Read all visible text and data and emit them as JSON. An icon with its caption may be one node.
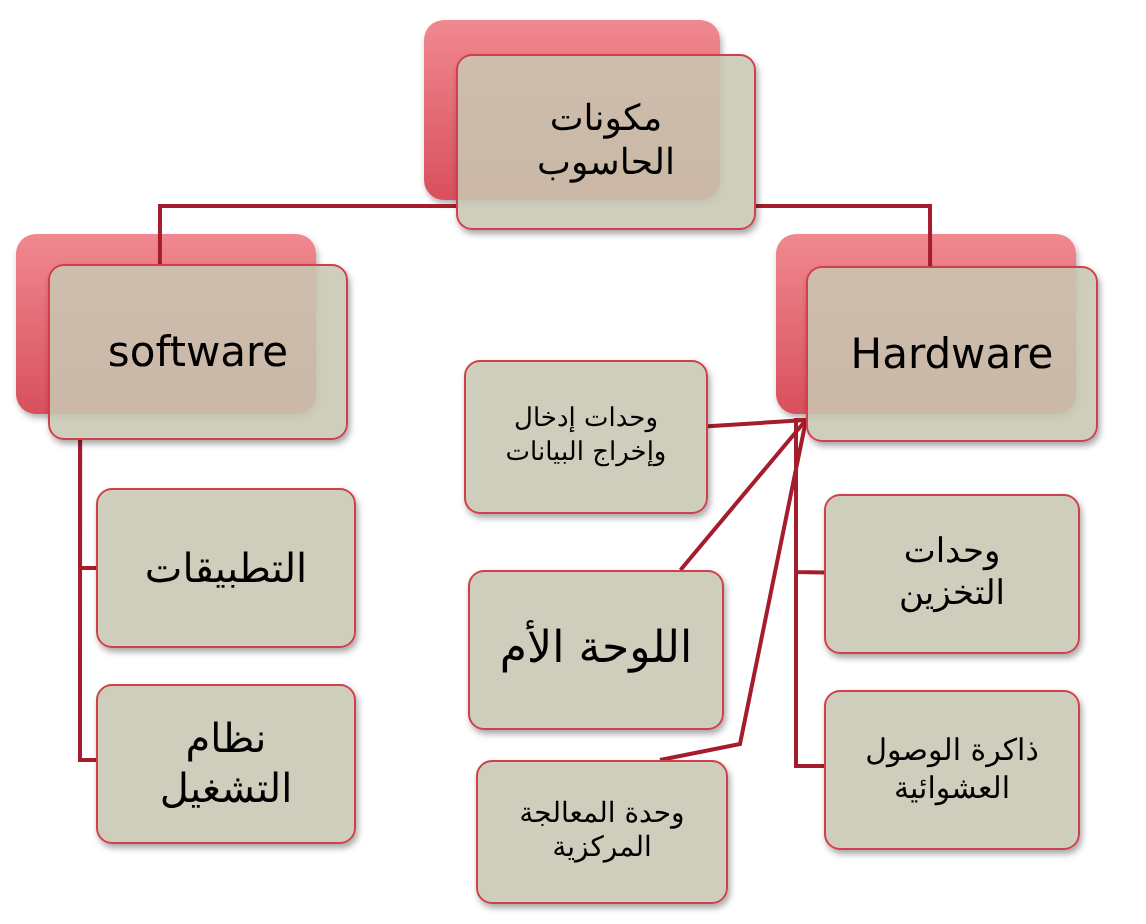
{
  "diagram": {
    "nodes": [
      {
        "text": [
          "مكونات الحاسوب"
        ]
      },
      {
        "text": [
          "software"
        ]
      },
      {
        "text": [
          "Hardware"
        ]
      },
      {
        "text": [
          "التطبيقات"
        ]
      },
      {
        "text": [
          "نظام التشغيل"
        ]
      },
      {
        "text": [
          "وحدات إدخال وإخراج البيانات"
        ]
      },
      {
        "text": [
          "وحدات التخزين"
        ]
      },
      {
        "text": [
          "اللوحة الأم"
        ]
      },
      {
        "text": [
          "ذاكرة الوصول العشوائية"
        ]
      },
      {
        "text": [
          "وحدة المعالجة المركزية"
        ]
      }
    ],
    "edges": [
      {
        "from": 0,
        "to": 1,
        "arrow": "none"
      },
      {
        "from": 0,
        "to": 2,
        "arrow": "none"
      },
      {
        "from": 1,
        "to": 3,
        "arrow": "none"
      },
      {
        "from": 1,
        "to": 4,
        "arrow": "none"
      },
      {
        "from": 2,
        "to": 6,
        "arrow": "none"
      },
      {
        "from": 2,
        "to": 8,
        "arrow": "none"
      },
      {
        "from": 2,
        "to": 5,
        "arrow": "none"
      },
      {
        "from": 2,
        "to": 7,
        "arrow": "none"
      },
      {
        "from": 2,
        "to": 9,
        "arrow": "none"
      }
    ]
  }
}
